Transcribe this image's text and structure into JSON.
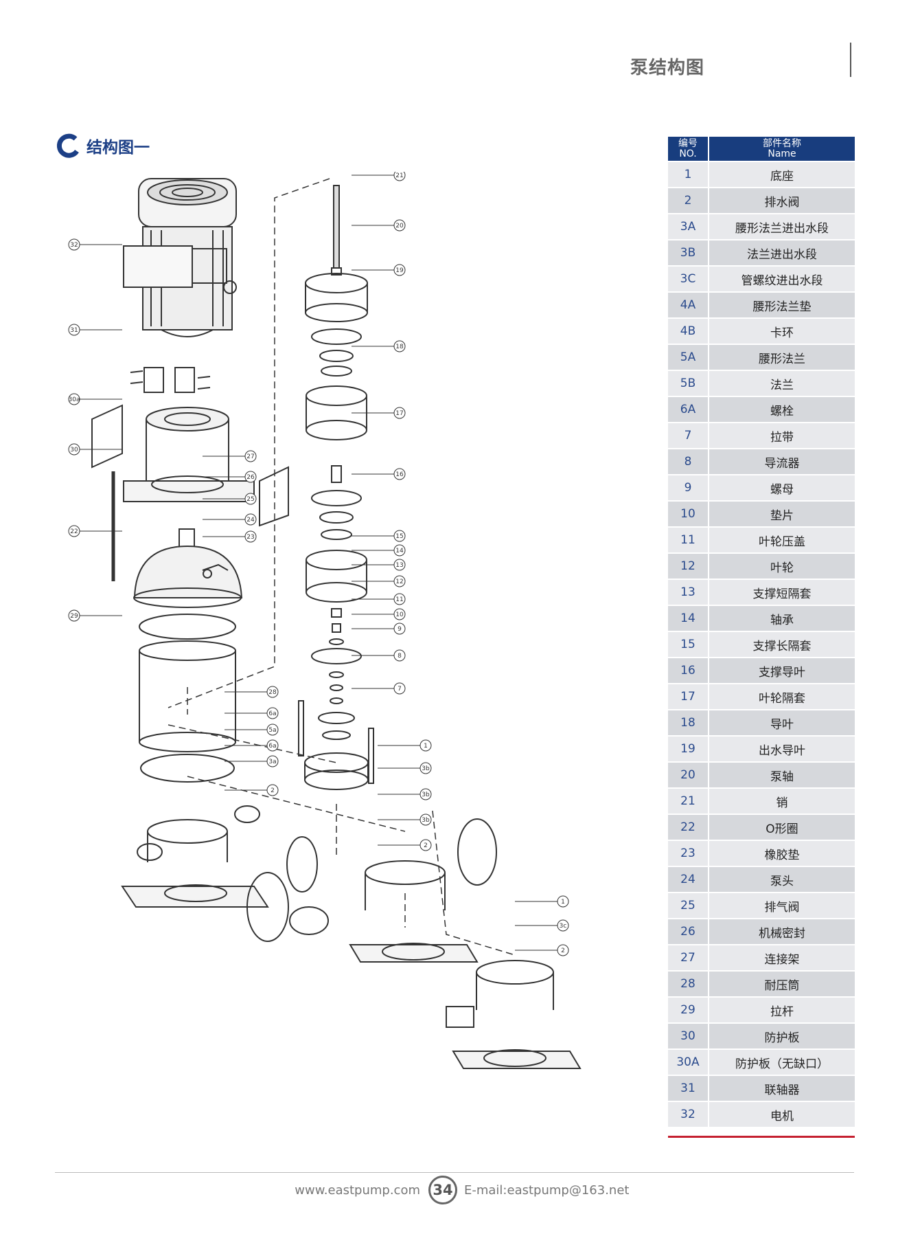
{
  "header": {
    "title": "泵结构图"
  },
  "section": {
    "title": "结构图一"
  },
  "diagram": {
    "callouts": [
      "21",
      "20",
      "19",
      "18",
      "17",
      "16",
      "15",
      "14",
      "13",
      "12",
      "11",
      "10",
      "9",
      "8",
      "7",
      "32",
      "31",
      "30a",
      "30",
      "27",
      "26",
      "25",
      "24",
      "23",
      "22",
      "29",
      "28",
      "6a",
      "5a",
      "6a",
      "3a",
      "2",
      "1",
      "3b",
      "3b",
      "3b",
      "2",
      "1",
      "3c",
      "2",
      "1"
    ]
  },
  "table": {
    "header_no": [
      "编号",
      "NO."
    ],
    "header_name": [
      "部件名称",
      "Name"
    ],
    "rows": [
      {
        "no": "1",
        "name": "底座"
      },
      {
        "no": "2",
        "name": "排水阀"
      },
      {
        "no": "3A",
        "name": "腰形法兰进出水段"
      },
      {
        "no": "3B",
        "name": "法兰进出水段"
      },
      {
        "no": "3C",
        "name": "管螺纹进出水段"
      },
      {
        "no": "4A",
        "name": "腰形法兰垫"
      },
      {
        "no": "4B",
        "name": "卡环"
      },
      {
        "no": "5A",
        "name": "腰形法兰"
      },
      {
        "no": "5B",
        "name": "法兰"
      },
      {
        "no": "6A",
        "name": "螺栓"
      },
      {
        "no": "7",
        "name": "拉带"
      },
      {
        "no": "8",
        "name": "导流器"
      },
      {
        "no": "9",
        "name": "螺母"
      },
      {
        "no": "10",
        "name": "垫片"
      },
      {
        "no": "11",
        "name": "叶轮压盖"
      },
      {
        "no": "12",
        "name": "叶轮"
      },
      {
        "no": "13",
        "name": "支撑短隔套"
      },
      {
        "no": "14",
        "name": "轴承"
      },
      {
        "no": "15",
        "name": "支撑长隔套"
      },
      {
        "no": "16",
        "name": "支撑导叶"
      },
      {
        "no": "17",
        "name": "叶轮隔套"
      },
      {
        "no": "18",
        "name": "导叶"
      },
      {
        "no": "19",
        "name": "出水导叶"
      },
      {
        "no": "20",
        "name": "泵轴"
      },
      {
        "no": "21",
        "name": "销"
      },
      {
        "no": "22",
        "name": "O形圈"
      },
      {
        "no": "23",
        "name": "橡胶垫"
      },
      {
        "no": "24",
        "name": "泵头"
      },
      {
        "no": "25",
        "name": "排气阀"
      },
      {
        "no": "26",
        "name": "机械密封"
      },
      {
        "no": "27",
        "name": "连接架"
      },
      {
        "no": "28",
        "name": "耐压筒"
      },
      {
        "no": "29",
        "name": "拉杆"
      },
      {
        "no": "30",
        "name": "防护板"
      },
      {
        "no": "30A",
        "name": "防护板（无缺口）"
      },
      {
        "no": "31",
        "name": "联轴器"
      },
      {
        "no": "32",
        "name": "电机"
      }
    ]
  },
  "footer": {
    "website": "www.eastpump.com",
    "page_number": "34",
    "email": "E-mail:eastpump@163.net"
  },
  "colors": {
    "brand_blue": "#183d7e",
    "accent_red": "#c52030",
    "row_light": "#e8e9ec",
    "row_dark": "#d6d8dc"
  }
}
